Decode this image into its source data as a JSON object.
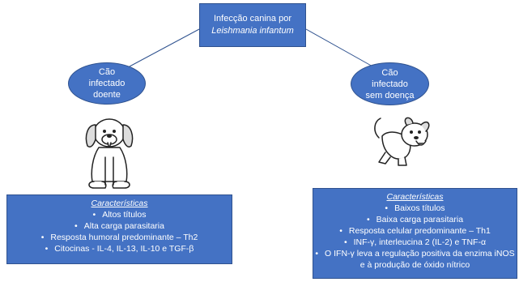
{
  "root": {
    "line1": "Infecção canina por",
    "line2": "Leishmania infantum"
  },
  "left_node": {
    "lines": [
      "Cão",
      "infectado",
      "doente"
    ],
    "char_title": "Características",
    "items": [
      "Altos títulos",
      "Alta carga parasitaria",
      "Resposta humoral predominante – Th2",
      "Citocinas -  IL-4, IL-13, IL-10 e TGF-β"
    ]
  },
  "right_node": {
    "lines": [
      "Cão",
      "infectado",
      "sem doença"
    ],
    "char_title": "Características",
    "items": [
      "Baixos títulos",
      "Baixa carga parasitaria",
      "Resposta celular predominante – Th1",
      "INF-γ, interleucina 2 (IL-2) e TNF-α",
      "O IFN-γ leva a regulação positiva da enzima iNOS e à produção de óxido nítrico"
    ]
  },
  "colors": {
    "box_fill": "#4472c4",
    "box_border": "#2f528f",
    "connector": "#2f528f"
  },
  "icons": [
    "sitting-dog-icon",
    "playful-dog-icon"
  ]
}
